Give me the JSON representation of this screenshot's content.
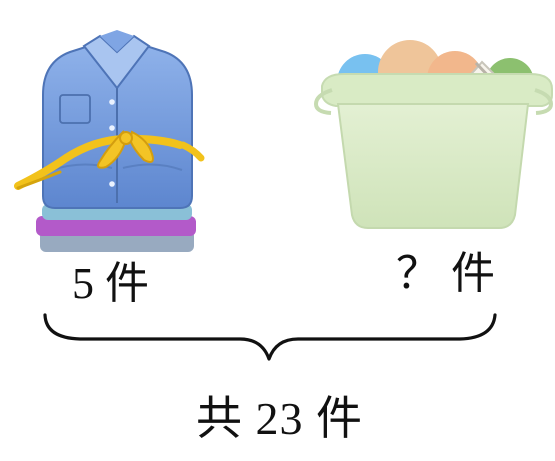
{
  "labels": {
    "left_count": "5 件",
    "right_count": "？ 件",
    "total": "共 23 件"
  },
  "colors": {
    "shirt_blue": "#6f98db",
    "ribbon_yellow": "#f2c21b",
    "basket_green": "#d8eac2",
    "brace_black": "#111111"
  }
}
